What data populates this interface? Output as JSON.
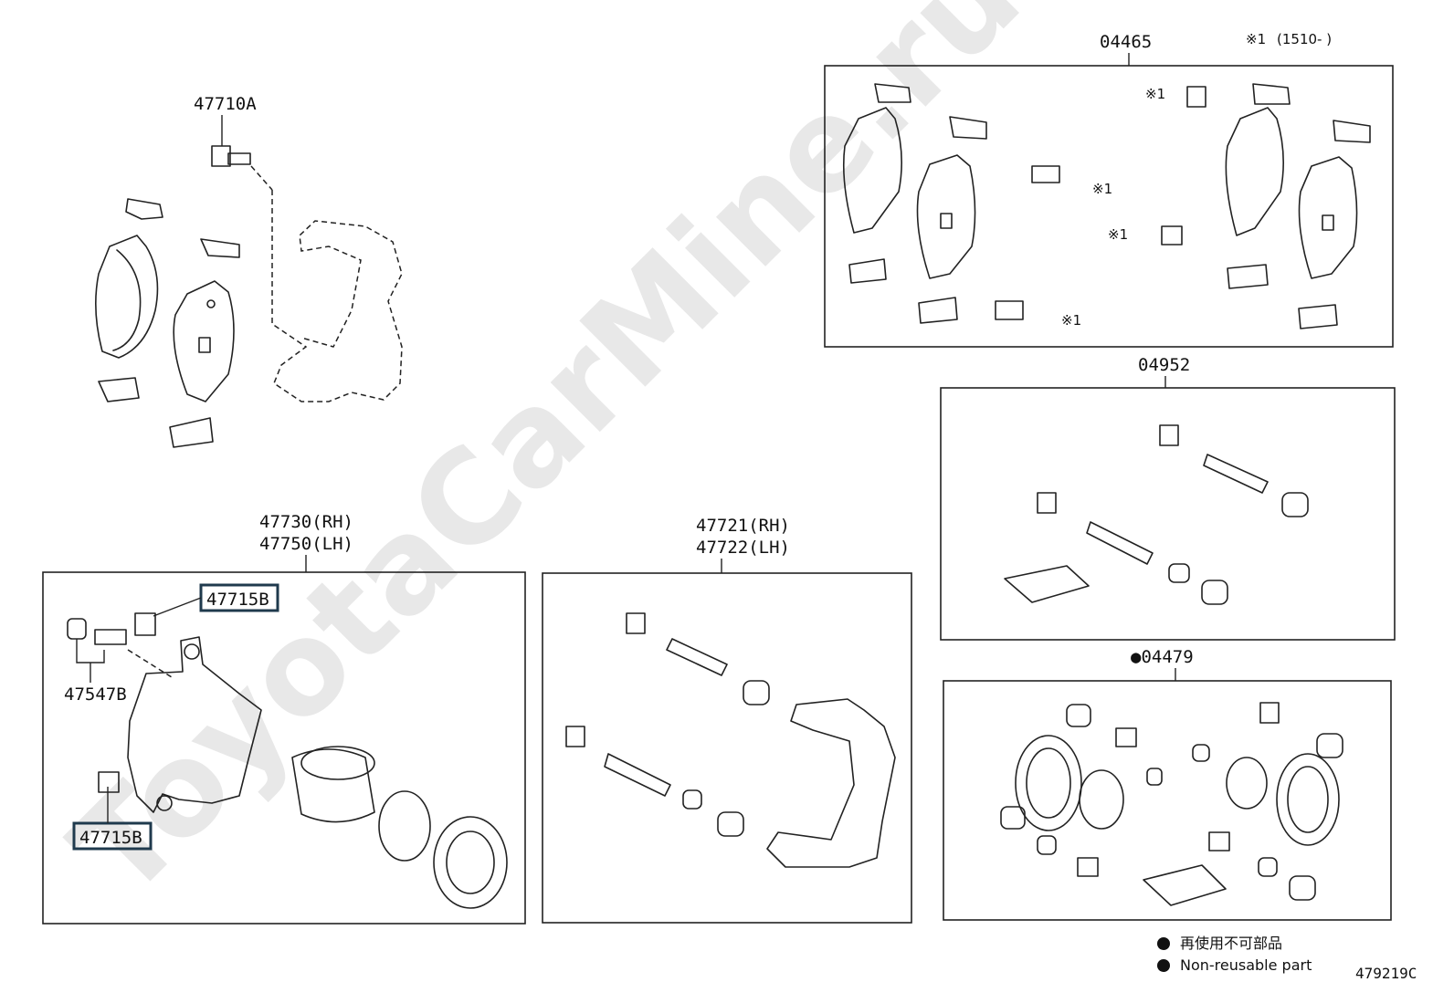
{
  "watermark": "ToyotaCarMine.ru",
  "labels": {
    "bolt_top": "47710A",
    "caliper_rh": "47730(RH)",
    "caliper_lh": "47750(LH)",
    "bolt_boxed_1": "47715B",
    "bolt_boxed_2": "47715B",
    "bleeder": "47547B",
    "mount_rh": "47721(RH)",
    "mount_lh": "47722(LH)",
    "pad_kit": "04465",
    "note_mark": "※1",
    "note_date": "(1510-    )",
    "slide_kit": "04952",
    "seal_kit": "●04479",
    "code": "479219C"
  },
  "marks": {
    "m1": "※1",
    "m2": "※1",
    "m3": "※1",
    "m4": "※1"
  },
  "legend": {
    "line1": "再使用不可部品",
    "line2": "Non-reusable part"
  },
  "colors": {
    "line": "#222222",
    "highlight_box": "#1f3a4d",
    "watermark": "#e8e8e8"
  }
}
